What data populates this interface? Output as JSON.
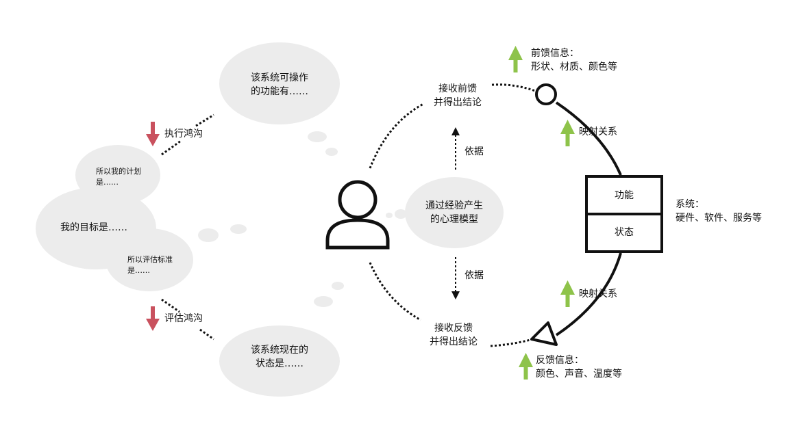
{
  "colors": {
    "bubble": "#ececec",
    "stroke": "#111111",
    "green": "#8ec34a",
    "red": "#c9515e"
  },
  "icons": {
    "person": "person-icon",
    "up_arrow": "green-up-arrow-icon",
    "down_arrow": "red-down-arrow-icon"
  },
  "bubbles": {
    "operable": [
      "该系统可操作",
      "的功能有……"
    ],
    "plan": [
      "所以我的计划",
      "是……"
    ],
    "goal": "我的目标是……",
    "evaluate": [
      "所以评估标准",
      "是……"
    ],
    "state": [
      "该系统现在的",
      "状态是……"
    ],
    "mental_model": [
      "通过经验产生",
      "的心理模型"
    ]
  },
  "gulfs": {
    "execution": "执行鸿沟",
    "evaluation": "评估鸿沟"
  },
  "cycle": {
    "feedforward_conclusion": [
      "接收前馈",
      "并得出结论"
    ],
    "feedback_conclusion": [
      "接收反馈",
      "并得出结论"
    ],
    "basis_top": "依据",
    "basis_bottom": "依据",
    "mapping_top": "映射关系",
    "mapping_bottom": "映射关系"
  },
  "feedforward_info": {
    "title": "前馈信息：",
    "detail": "形状、材质、颜色等"
  },
  "feedback_info": {
    "title": "反馈信息：",
    "detail": "颜色、声音、温度等"
  },
  "system_box": {
    "function": "功能",
    "state": "状态"
  },
  "system_info": {
    "title": "系统：",
    "detail": "硬件、软件、服务等"
  }
}
